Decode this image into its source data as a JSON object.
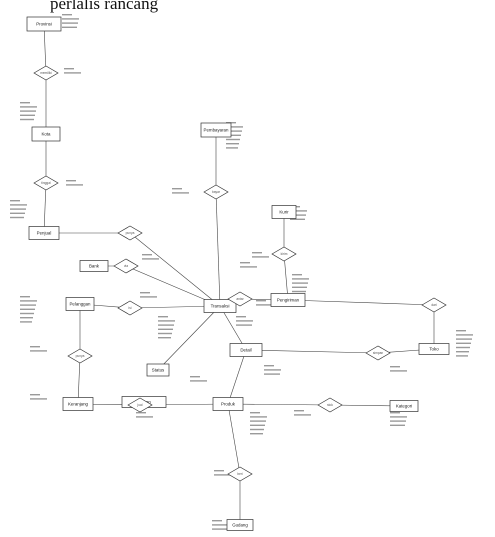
{
  "heading": "perlalis rancang",
  "entities": [
    {
      "id": "e1",
      "label": "Provinsi"
    },
    {
      "id": "e2",
      "label": "Kota"
    },
    {
      "id": "e3",
      "label": "Penjual"
    },
    {
      "id": "e4",
      "label": "Pembayaran"
    },
    {
      "id": "e5",
      "label": "Kurir"
    },
    {
      "id": "e6",
      "label": "Bank"
    },
    {
      "id": "e7",
      "label": "Pelanggan"
    },
    {
      "id": "e8",
      "label": "Transaksi"
    },
    {
      "id": "e9",
      "label": "Pengiriman"
    },
    {
      "id": "e10",
      "label": "Detail"
    },
    {
      "id": "e11",
      "label": "Status"
    },
    {
      "id": "e12",
      "label": "Keranjang"
    },
    {
      "id": "e13",
      "label": "Produk"
    },
    {
      "id": "e14",
      "label": "Ulasan"
    },
    {
      "id": "e15",
      "label": "Toko"
    },
    {
      "id": "e16",
      "label": "Kategori"
    },
    {
      "id": "e17",
      "label": "Gudang"
    }
  ],
  "relations": [
    {
      "id": "r1",
      "label": "memiliki"
    },
    {
      "id": "r2",
      "label": "tinggal"
    },
    {
      "id": "r3",
      "label": "punya"
    },
    {
      "id": "r4",
      "label": "bayar"
    },
    {
      "id": "r5",
      "label": "kirim"
    },
    {
      "id": "r6",
      "label": "via"
    },
    {
      "id": "r7",
      "label": "isi"
    },
    {
      "id": "r8",
      "label": "antar"
    },
    {
      "id": "r9",
      "label": "punya"
    },
    {
      "id": "r10",
      "label": "dari"
    },
    {
      "id": "r11",
      "label": "simpan"
    },
    {
      "id": "r12",
      "label": "stok"
    },
    {
      "id": "r13",
      "label": "beri"
    },
    {
      "id": "r14",
      "label": "jual"
    }
  ]
}
